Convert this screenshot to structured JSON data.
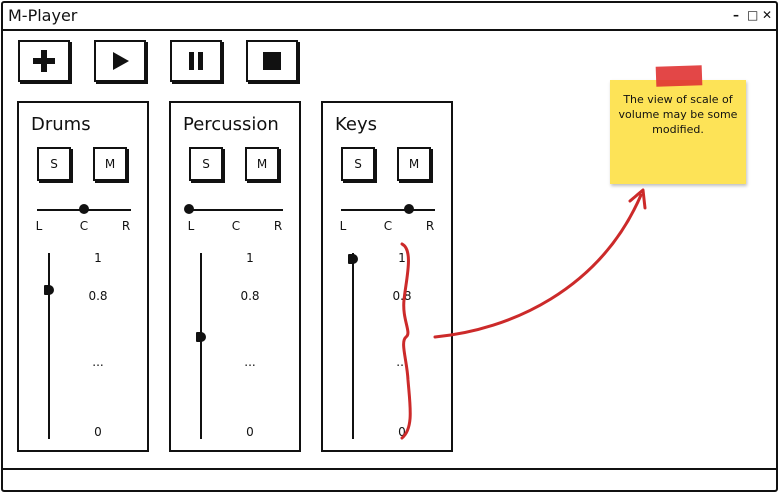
{
  "window": {
    "title": "M-Player",
    "controls": {
      "minimize": "–",
      "maximize": "□",
      "close": "✕"
    }
  },
  "toolbar": {
    "add": {
      "icon": "plus-icon"
    },
    "play": {
      "icon": "play-icon"
    },
    "pause": {
      "icon": "pause-icon"
    },
    "stop": {
      "icon": "stop-icon"
    }
  },
  "pan_labels": [
    "L",
    "C",
    "R"
  ],
  "volume_scale": [
    "1",
    "0.8",
    "...",
    "0"
  ],
  "channels": [
    {
      "name": "Drums",
      "solo": "S",
      "mute": "M",
      "pan": 0.0,
      "volume": 0.8
    },
    {
      "name": "Percussion",
      "solo": "S",
      "mute": "M",
      "pan": -1.0,
      "volume": 0.55
    },
    {
      "name": "Keys",
      "solo": "S",
      "mute": "M",
      "pan": 0.45,
      "volume": 0.97
    }
  ],
  "note": {
    "text": "The view of scale of volume may be some modified."
  },
  "colors": {
    "annotation": "#cc2a2a",
    "note_background": "#fde357",
    "note_tape": "#e03333"
  }
}
